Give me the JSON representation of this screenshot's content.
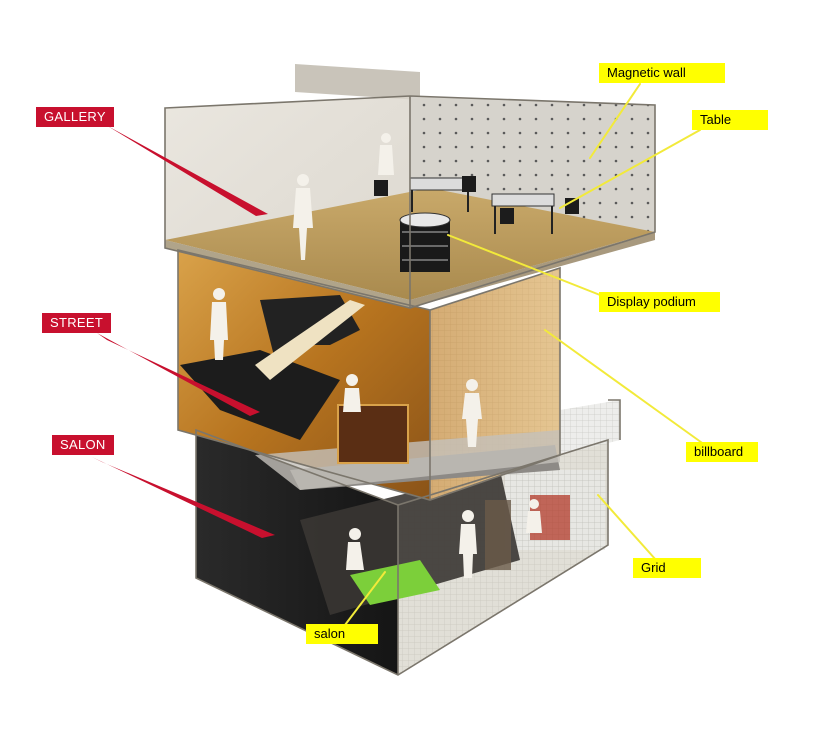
{
  "diagram": {
    "floors": [
      {
        "id": "gallery",
        "label": "GALLERY"
      },
      {
        "id": "street",
        "label": "STREET"
      },
      {
        "id": "salon",
        "label": "SALON"
      }
    ],
    "callouts": [
      {
        "id": "magnetic-wall",
        "label": "Magnetic wall"
      },
      {
        "id": "table",
        "label": "Table"
      },
      {
        "id": "display-podium",
        "label": "Display podium"
      },
      {
        "id": "billboard",
        "label": "billboard"
      },
      {
        "id": "grid",
        "label": "Grid"
      },
      {
        "id": "salon-area",
        "label": "salon"
      }
    ],
    "colors": {
      "floor_label_bg": "#c8102e",
      "callout_bg": "#ffff00",
      "leader_red": "#c8102e",
      "leader_yellow": "#f2ea3a"
    }
  }
}
